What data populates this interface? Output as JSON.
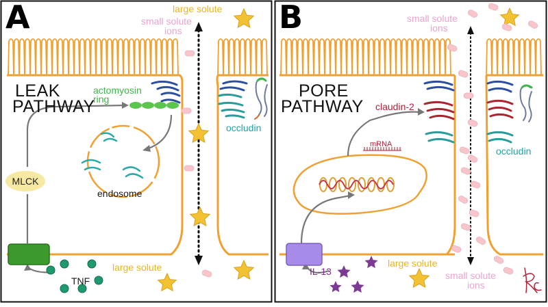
{
  "panels": {
    "a": {
      "letter": "A",
      "pathway_line1": "LEAK",
      "pathway_line2": "PATHWAY",
      "small_solute_line1": "small solute",
      "small_solute_line2": "ions",
      "large_solute_top": "large solute",
      "large_solute_bottom": "large solute",
      "actomyosin_line1": "actomyosin",
      "actomyosin_line2": "ring",
      "occludin": "occludin",
      "endosome": "endosome",
      "mlck": "MLCK",
      "tnf": "TNF"
    },
    "b": {
      "letter": "B",
      "pathway_line1": "PORE",
      "pathway_line2": "PATHWAY",
      "small_solute_top_line1": "small solute",
      "small_solute_top_line2": "ions",
      "small_solute_bottom_line1": "small solute",
      "small_solute_bottom_line2": "ions",
      "large_solute": "large solute",
      "claudin": "claudin-2",
      "occludin": "occludin",
      "mrna": "mRNA",
      "il13": "IL-13"
    }
  },
  "colors": {
    "membrane": "#f0a030",
    "large_solute_star": "#f2c232",
    "small_solute_ion": "#f7c6cc",
    "actomyosin_green": "#5cc54e",
    "occludin_teal": "#2aa9a9",
    "occludin_blue": "#2a4fa0",
    "claudin_red": "#a8262f",
    "mlck_fill": "#f8e9a2",
    "kinase_green": "#3c9a2c",
    "receptor_purple": "#a78be8",
    "tnf_green": "#1e9a6e",
    "il13_purple": "#7d3a95",
    "mrna_red": "#c23a4a"
  },
  "icons": [
    "star-icon",
    "ion-icon",
    "arrow-icon",
    "tight-junction-icon",
    "endosome-icon",
    "nucleus-icon",
    "dna-icon",
    "signature-icon"
  ]
}
